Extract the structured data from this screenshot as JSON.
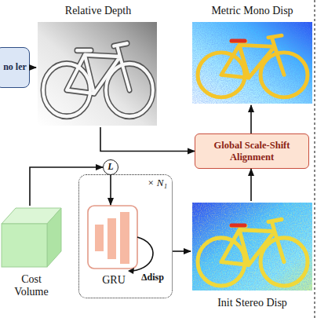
{
  "diagram": {
    "nodes": [
      {
        "text": [
          "no ler"
        ]
      },
      {
        "text": [
          "Relative Depth"
        ]
      },
      {
        "text": [
          "Metric Mono Disp"
        ]
      },
      {
        "text": [
          "Global Scale-Shift Alignment"
        ]
      },
      {
        "text": [
          "× N₁"
        ]
      },
      {
        "text": [
          "L"
        ],
        "in": 4
      },
      {
        "text": [
          "GRU"
        ],
        "in": 4
      },
      {
        "text": [
          "Cost Volume"
        ]
      },
      {
        "text": [
          "Init Stereo Disp"
        ]
      }
    ],
    "edges": [
      {
        "from": 0,
        "to": 1,
        "arrow": "to"
      },
      {
        "from": 1,
        "to": 3,
        "arrow": "to"
      },
      {
        "from": 3,
        "to": 2,
        "arrow": "to"
      },
      {
        "from": 8,
        "to": 3,
        "arrow": "to"
      },
      {
        "from": 7,
        "to": 5,
        "arrow": "to"
      },
      {
        "from": 5,
        "to": 6,
        "arrow": "to"
      },
      {
        "from": 4,
        "to": 8,
        "arrow": "to"
      }
    ],
    "labels": [
      "Δdisp"
    ]
  }
}
